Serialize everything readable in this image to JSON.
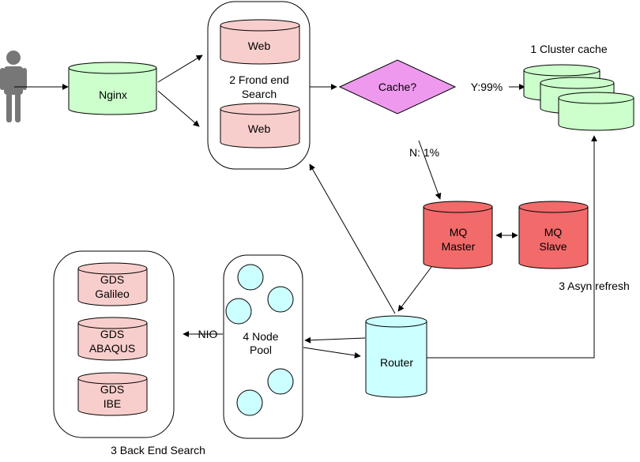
{
  "diagram": {
    "person": "person-icon",
    "nginx": "Nginx",
    "frontend": {
      "web1": "Web",
      "web2": "Web",
      "label_line1": "2 Frond end",
      "label_line2": "Search"
    },
    "cache_decision": "Cache?",
    "hit_label": "Y:99%",
    "miss_label": "N: 1%",
    "cluster_cache_label": "1 Cluster cache",
    "mq_master": {
      "line1": "MQ",
      "line2": "Master"
    },
    "mq_slave": {
      "line1": "MQ",
      "line2": "Slave"
    },
    "async_refresh_label": "3 Asyn refresh",
    "router": "Router",
    "node_pool": {
      "line1": "4 Node",
      "line2": "Pool"
    },
    "nio_label": "NIO",
    "backend": {
      "gds1": {
        "line1": "GDS",
        "line2": "Galileo"
      },
      "gds2": {
        "line1": "GDS",
        "line2": "ABAQUS"
      },
      "gds3": {
        "line1": "GDS",
        "line2": "IBE"
      },
      "label": "3 Back End Search"
    },
    "colors": {
      "green": "#ccffcc",
      "pink": "#f8cecc",
      "red": "#f26a6a",
      "cyan": "#ccffff",
      "magenta": "#ee99ee",
      "person": "#777777"
    }
  }
}
